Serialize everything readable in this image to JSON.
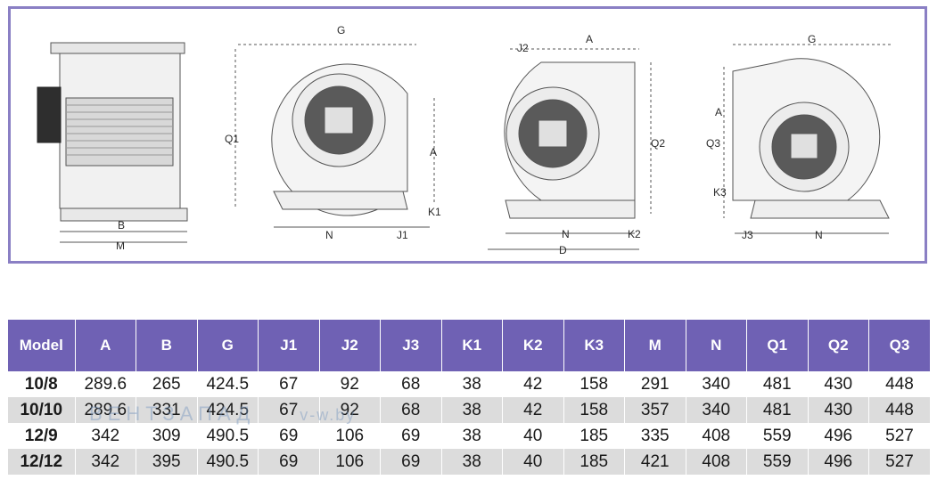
{
  "drawings": {
    "side_view": {
      "dim_labels": [
        "B",
        "M"
      ]
    },
    "view_1": {
      "dim_labels": [
        "G",
        "Q1",
        "A",
        "K1",
        "N",
        "J1"
      ]
    },
    "view_2": {
      "dim_labels": [
        "J2",
        "A",
        "Q2",
        "N",
        "K2",
        "D"
      ]
    },
    "view_3": {
      "dim_labels": [
        "G",
        "Q3",
        "A",
        "K3",
        "J3",
        "N"
      ]
    }
  },
  "table": {
    "headers": [
      "Model",
      "A",
      "B",
      "G",
      "J1",
      "J2",
      "J3",
      "K1",
      "K2",
      "K3",
      "M",
      "N",
      "Q1",
      "Q2",
      "Q3"
    ],
    "rows": [
      [
        "10/8",
        "289.6",
        "265",
        "424.5",
        "67",
        "92",
        "68",
        "38",
        "42",
        "158",
        "291",
        "340",
        "481",
        "430",
        "448"
      ],
      [
        "10/10",
        "289.6",
        "331",
        "424.5",
        "67",
        "92",
        "68",
        "38",
        "42",
        "158",
        "357",
        "340",
        "481",
        "430",
        "448"
      ],
      [
        "12/9",
        "342",
        "309",
        "490.5",
        "69",
        "106",
        "69",
        "38",
        "40",
        "185",
        "335",
        "408",
        "559",
        "496",
        "527"
      ],
      [
        "12/12",
        "342",
        "395",
        "490.5",
        "69",
        "106",
        "69",
        "38",
        "40",
        "185",
        "421",
        "408",
        "559",
        "496",
        "527"
      ]
    ]
  },
  "watermark": {
    "text": "ВЕНТЗАПАД",
    "site": "v-w.by"
  },
  "colors": {
    "header_bg": "#6f61b4",
    "frame_border": "#8a7fc4",
    "row_shade": "#dcdcdc"
  }
}
